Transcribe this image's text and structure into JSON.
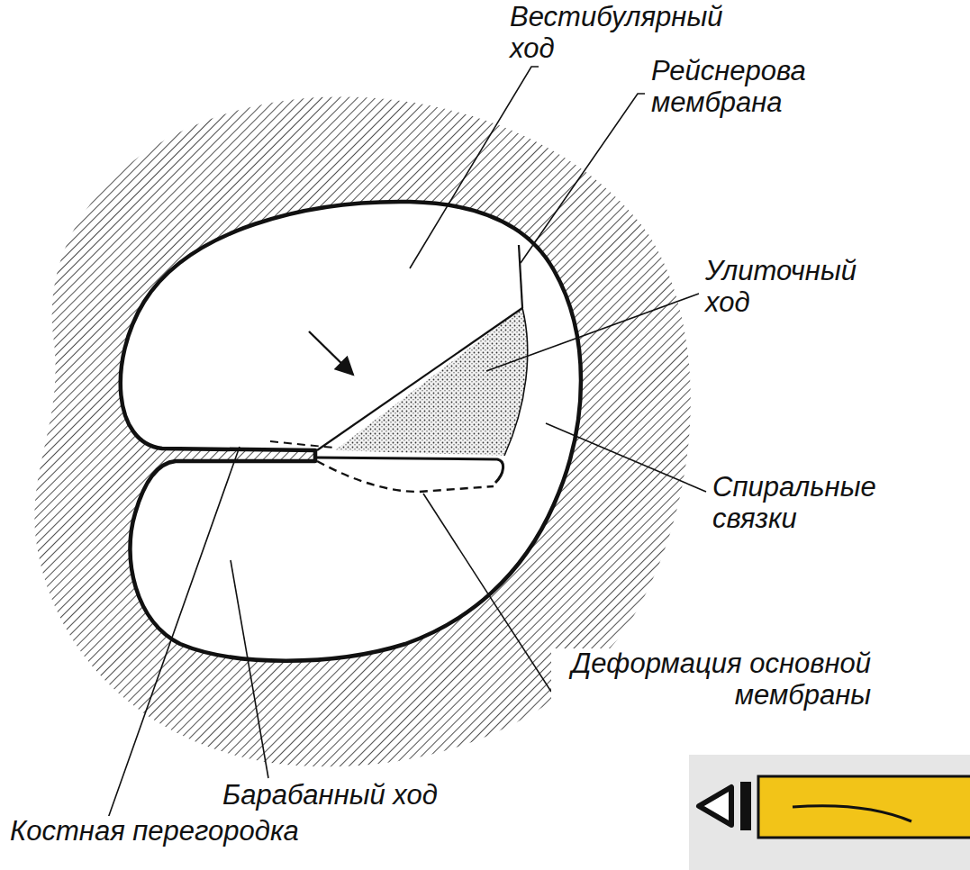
{
  "diagram": {
    "labels": [
      "Вестибулярный ход",
      "Рейснерова мембрана",
      "Улиточный ход",
      "Спиральные связки",
      "Деформация основной мембраны",
      "Барабанный ход",
      "Костная перегородка"
    ]
  }
}
